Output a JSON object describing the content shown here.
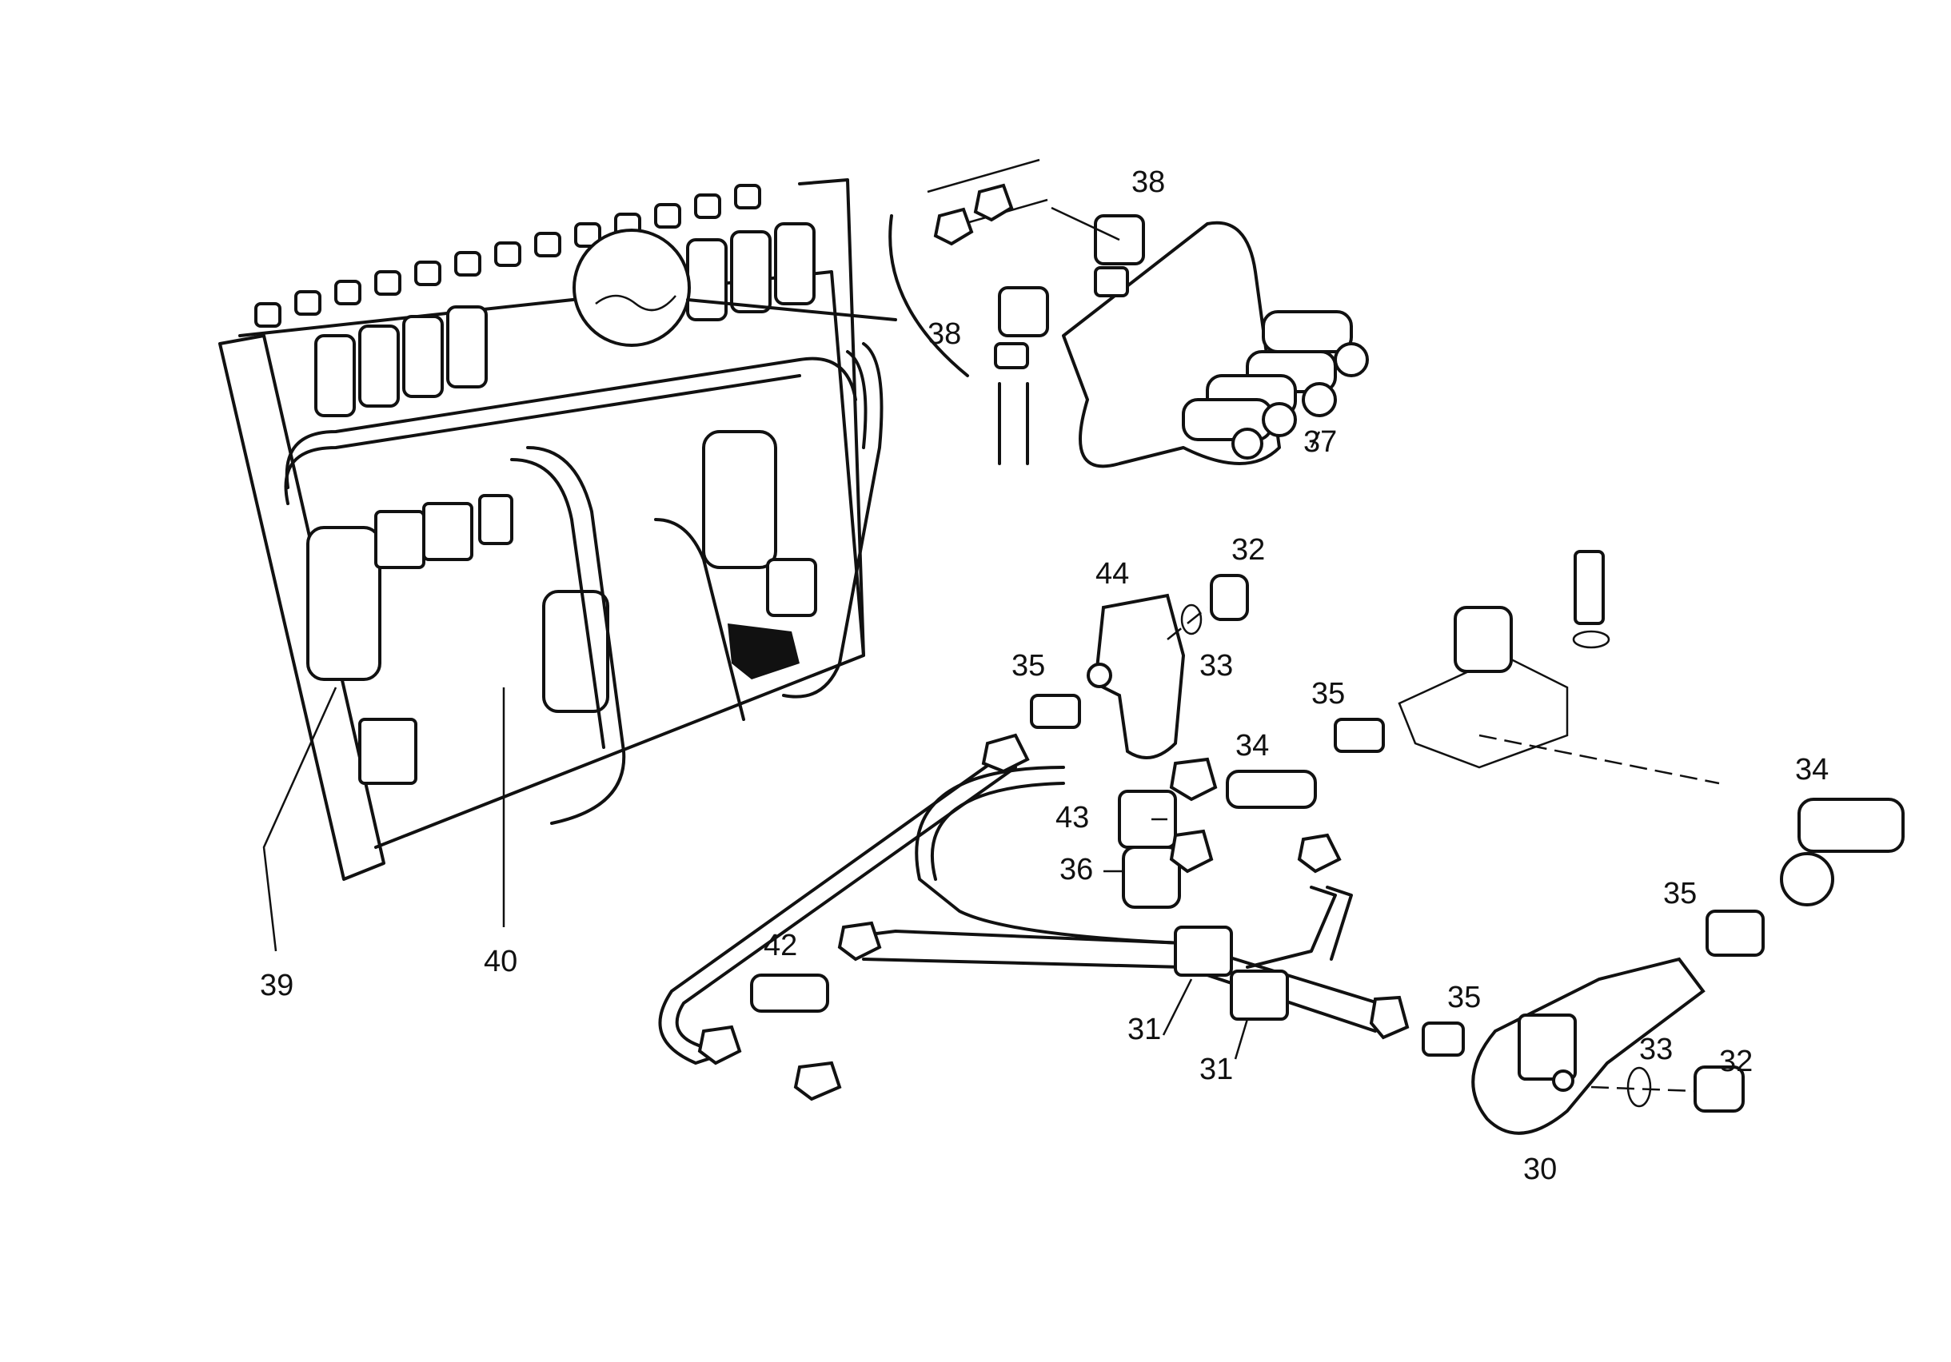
{
  "callouts": [
    {
      "id": "c44",
      "text": "44"
    },
    {
      "id": "c32a",
      "text": "32"
    },
    {
      "id": "c33a",
      "text": "33"
    },
    {
      "id": "c35a",
      "text": "35"
    },
    {
      "id": "c35b",
      "text": "35"
    },
    {
      "id": "c34a",
      "text": "34"
    },
    {
      "id": "c43",
      "text": "43"
    },
    {
      "id": "c36",
      "text": "36"
    },
    {
      "id": "c42",
      "text": "42"
    },
    {
      "id": "c31a",
      "text": "31"
    },
    {
      "id": "c31b",
      "text": "31"
    },
    {
      "id": "c35c",
      "text": "35"
    },
    {
      "id": "c34b",
      "text": "34"
    },
    {
      "id": "c35d",
      "text": "35"
    },
    {
      "id": "c33b",
      "text": "33"
    },
    {
      "id": "c32b",
      "text": "32"
    },
    {
      "id": "c30",
      "text": "30"
    },
    {
      "id": "c38a",
      "text": "38"
    },
    {
      "id": "c38b",
      "text": "38"
    },
    {
      "id": "c37",
      "text": "37"
    },
    {
      "id": "c39",
      "text": "39"
    },
    {
      "id": "c40",
      "text": "40"
    }
  ],
  "colors": {
    "ink": "#111111",
    "paper": "#ffffff"
  }
}
